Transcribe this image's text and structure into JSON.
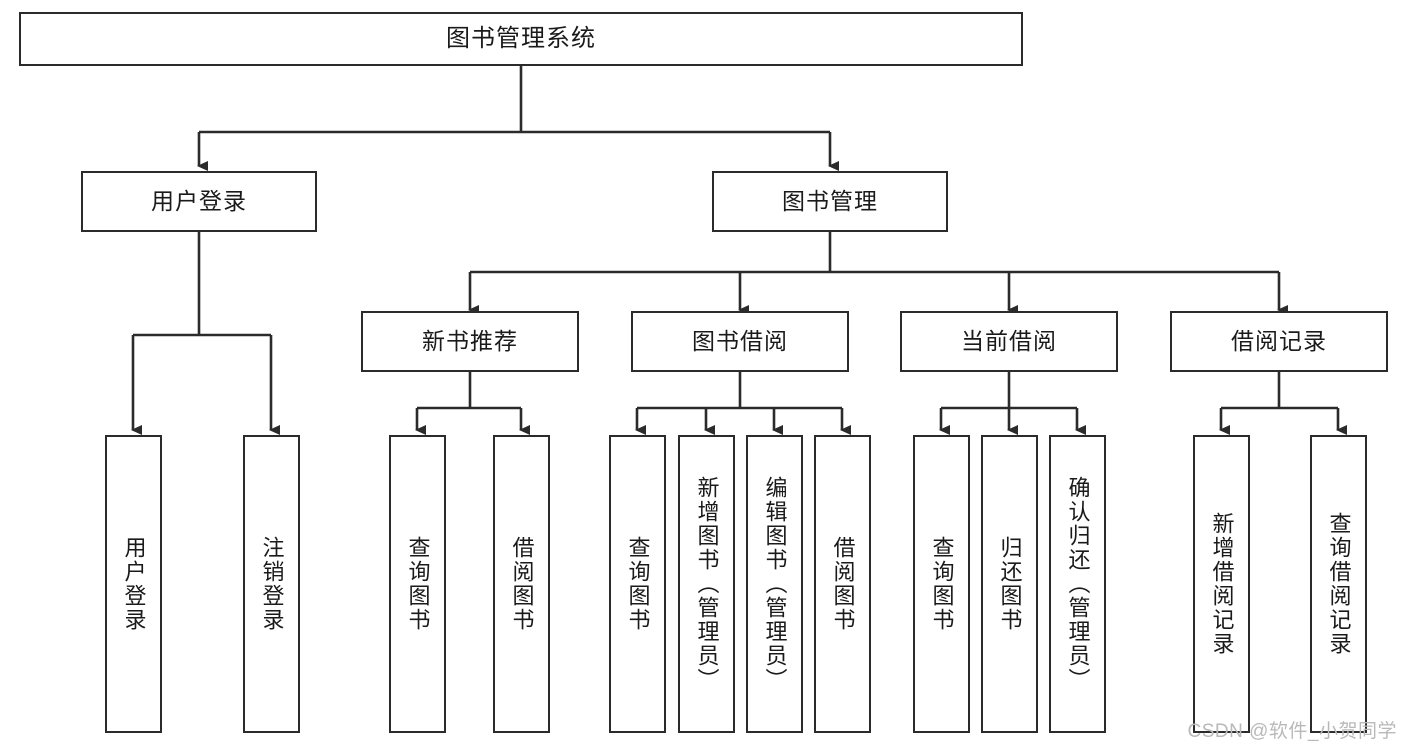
{
  "diagram": {
    "type": "tree",
    "title": "图书管理系统",
    "orientation": "top-down",
    "colors": {
      "box_border": "#2b2b2b",
      "box_fill": "#ffffff",
      "line": "#2b2b2b",
      "text": "#1a1a1a",
      "watermark": "#b9b9b9",
      "background": "#ffffff"
    }
  },
  "root": {
    "label": "图书管理系统"
  },
  "level2": [
    {
      "label": "用户登录"
    },
    {
      "label": "图书管理"
    }
  ],
  "level3": [
    {
      "label": "新书推荐"
    },
    {
      "label": "图书借阅"
    },
    {
      "label": "当前借阅"
    },
    {
      "label": "借阅记录"
    }
  ],
  "leaves": {
    "user_login": [
      {
        "label": "用户登录"
      },
      {
        "label": "注销登录"
      }
    ],
    "new_book_recommend": [
      {
        "label": "查询图书"
      },
      {
        "label": "借阅图书"
      }
    ],
    "book_borrow": [
      {
        "label": "查询图书"
      },
      {
        "label": "新增图书（管理员）"
      },
      {
        "label": "编辑图书（管理员）"
      },
      {
        "label": "借阅图书"
      }
    ],
    "current_borrow": [
      {
        "label": "查询图书"
      },
      {
        "label": "归还图书"
      },
      {
        "label": "确认归还（管理员）"
      }
    ],
    "borrow_record": [
      {
        "label": "新增借阅记录"
      },
      {
        "label": "查询借阅记录"
      }
    ]
  },
  "watermark": {
    "text": "CSDN @软件_小贺同学"
  }
}
